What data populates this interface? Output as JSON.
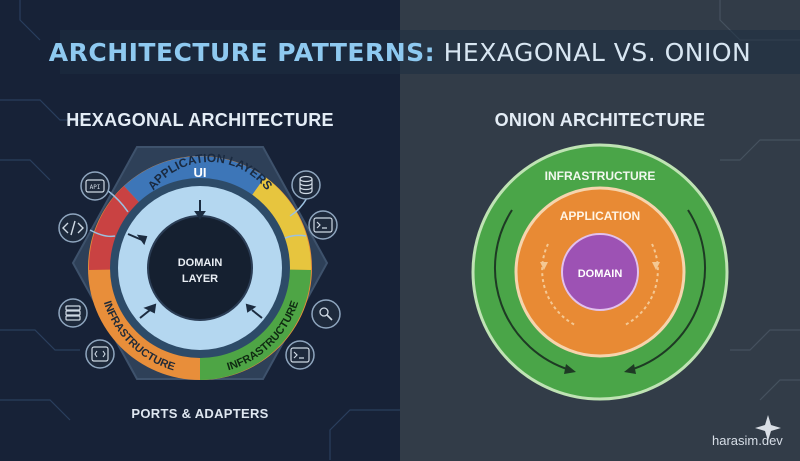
{
  "title": {
    "part1": "ARCHITECTURE PATTERNS:",
    "part2": "HEXAGONAL VS. ONION"
  },
  "hexagonal": {
    "title": "HEXAGONAL ARCHITECTURE",
    "segment_ui": "UI",
    "ring_label": "APPLICATION LAYERS",
    "core_line1": "DOMAIN",
    "core_line2": "LAYER",
    "segment_infra_left": "INFRASTRUCTURE",
    "segment_infra_right": "INFRASTRUCTURE",
    "api_badge": "API",
    "caption": "PORTS & ADAPTERS",
    "segment_colors": {
      "ui": "#3d76b8",
      "yellow": "#e7c53e",
      "green": "#4ea545",
      "orange": "#e88e3a",
      "red": "#c94242"
    },
    "adapter_icons": [
      "api-icon",
      "code-icon",
      "database-icon",
      "terminal-icon",
      "server-stack-icon",
      "code-file-icon",
      "search-gear-icon",
      "terminal-icon"
    ]
  },
  "onion": {
    "title": "ONION ARCHITECTURE",
    "outer_label": "INFRASTRUCTURE",
    "middle_label": "APPLICATION",
    "core_label": "DOMAIN",
    "colors": {
      "infrastructure": "#4aa548",
      "application": "#e88a34",
      "domain": "#9d52b4"
    }
  },
  "watermark": "harasim.dev"
}
